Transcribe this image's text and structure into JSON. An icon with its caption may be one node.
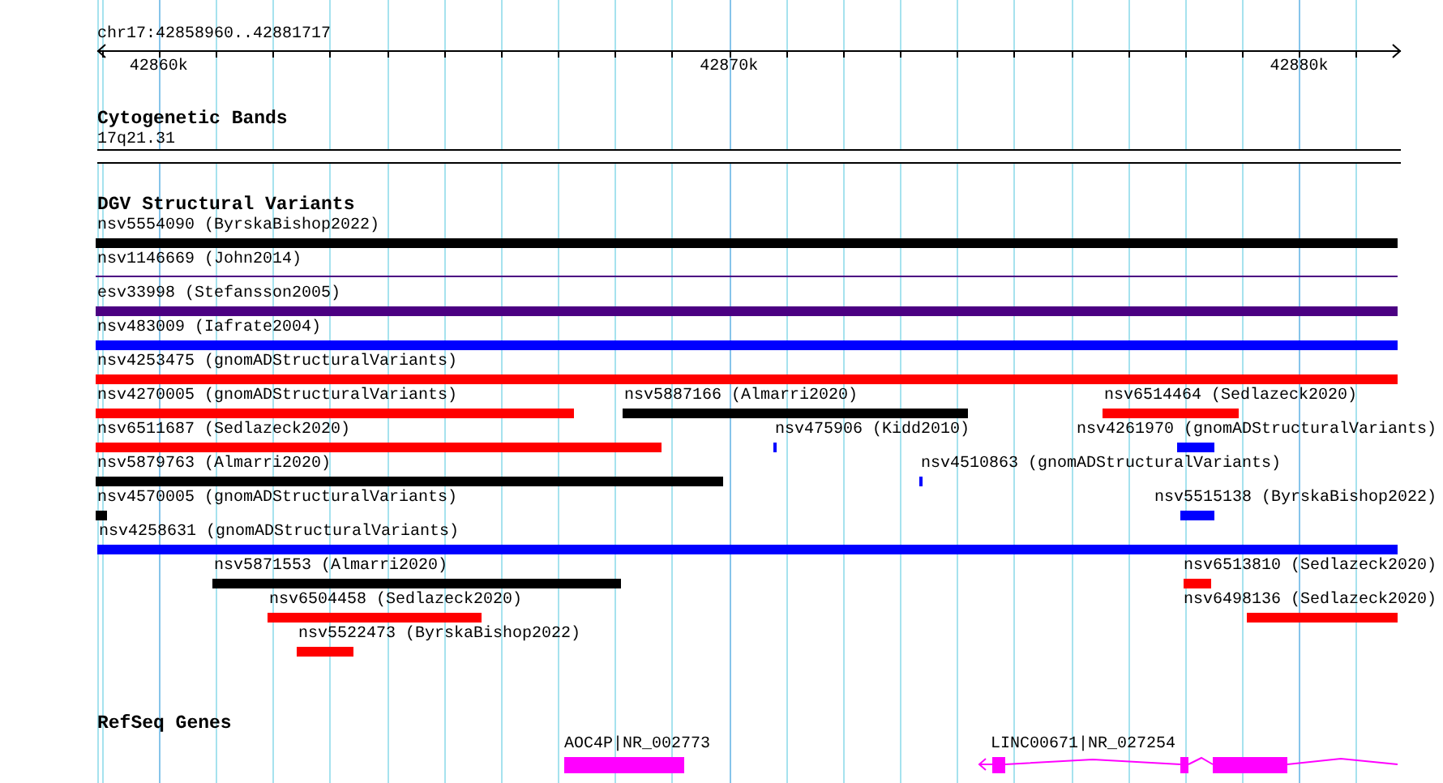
{
  "diagram": {
    "nodes": [
      {
        "text": [
          "17q21.31"
        ]
      },
      {
        "text": [
          "nsv5554090 (ByrskaBishop2022)"
        ]
      },
      {
        "text": [
          "nsv1146669 (John2014)"
        ]
      },
      {
        "text": [
          "esv33998 (Stefansson2005)"
        ]
      },
      {
        "text": [
          "nsv483009 (Iafrate2004)"
        ]
      },
      {
        "text": [
          "nsv4253475 (gnomADStructuralVariants)"
        ]
      },
      {
        "text": [
          "nsv4270005 (gnomADStructuralVariants)"
        ]
      },
      {
        "text": [
          "nsv5887166 (Almarri2020)"
        ]
      },
      {
        "text": [
          "nsv6514464 (Sedlazeck2020)"
        ]
      },
      {
        "text": [
          "nsv6511687 (Sedlazeck2020)"
        ]
      },
      {
        "text": [
          "nsv475906 (Kidd2010)"
        ]
      },
      {
        "text": [
          "nsv4261970 (gnomADStructuralVariants)"
        ]
      },
      {
        "text": [
          "nsv5879763 (Almarri2020)"
        ]
      },
      {
        "text": [
          "nsv4510863 (gnomADStructuralVariants)"
        ]
      },
      {
        "text": [
          "nsv4570005 (gnomADStructuralVariants)"
        ]
      },
      {
        "text": [
          "nsv5515138 (ByrskaBishop2022)"
        ]
      },
      {
        "text": [
          "nsv4258631 (gnomADStructuralVariants)"
        ]
      },
      {
        "text": [
          "nsv5871553 (Almarri2020)"
        ]
      },
      {
        "text": [
          "nsv6513810 (Sedlazeck2020)"
        ]
      },
      {
        "text": [
          "nsv6504458 (Sedlazeck2020)"
        ]
      },
      {
        "text": [
          "nsv6498136 (Sedlazeck2020)"
        ]
      },
      {
        "text": [
          "nsv5522473 (ByrskaBishop2022)"
        ]
      },
      {
        "text": [
          "AOC4P|NR_002773"
        ]
      },
      {
        "text": [
          "LINC00671|NR_027254"
        ]
      }
    ],
    "labels": [
      "chr17:42858960..42881717",
      "42860k",
      "42870k",
      "42880k",
      "Cytogenetic Bands",
      "DGV Structural Variants",
      "RefSeq Genes"
    ]
  }
}
